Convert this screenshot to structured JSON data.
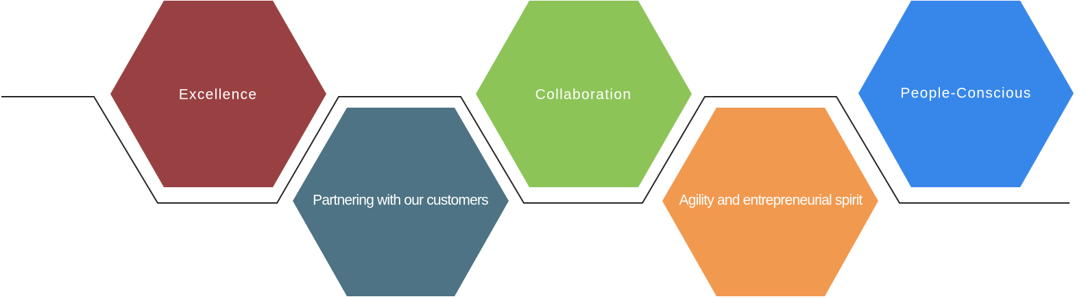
{
  "values": [
    {
      "label": "Excellence",
      "color": "#994142"
    },
    {
      "label": "Partnering with our customers",
      "color": "#4D7384"
    },
    {
      "label": "Collaboration",
      "color": "#8CC457"
    },
    {
      "label": "Agility and entrepreneurial spirit",
      "color": "#F1994F"
    },
    {
      "label": "People-Conscious",
      "color": "#3787EA"
    }
  ],
  "connector_color": "#262626"
}
